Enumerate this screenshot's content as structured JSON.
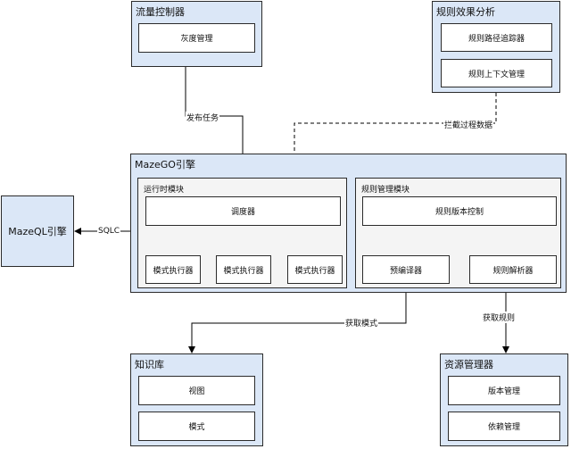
{
  "diagram": {
    "traffic_controller": {
      "title": "流量控制器",
      "item": "灰度管理"
    },
    "rule_effect": {
      "title": "规则效果分析",
      "items": [
        "规则路径追踪器",
        "规则上下文管理"
      ]
    },
    "engine": {
      "title": "MazeGO引擎"
    },
    "runtime": {
      "title": "运行时模块",
      "scheduler": "调度器",
      "executors": [
        "模式执行器",
        "模式执行器",
        "模式执行器"
      ]
    },
    "rule_mgmt": {
      "title": "规则管理模块",
      "version": "规则版本控制",
      "precompiler": "预编译器",
      "parser": "规则解析器"
    },
    "mazeql": {
      "title": "MazeQL引擎"
    },
    "knowledge": {
      "title": "知识库",
      "items": [
        "视图",
        "模式"
      ]
    },
    "resource": {
      "title": "资源管理器",
      "items": [
        "版本管理",
        "依赖管理"
      ]
    },
    "edges": {
      "publish": "发布任务",
      "intercept": "拦截过程数据",
      "sqlc": "SQLC",
      "get_pattern": "获取模式",
      "get_rule": "获取规则"
    }
  }
}
